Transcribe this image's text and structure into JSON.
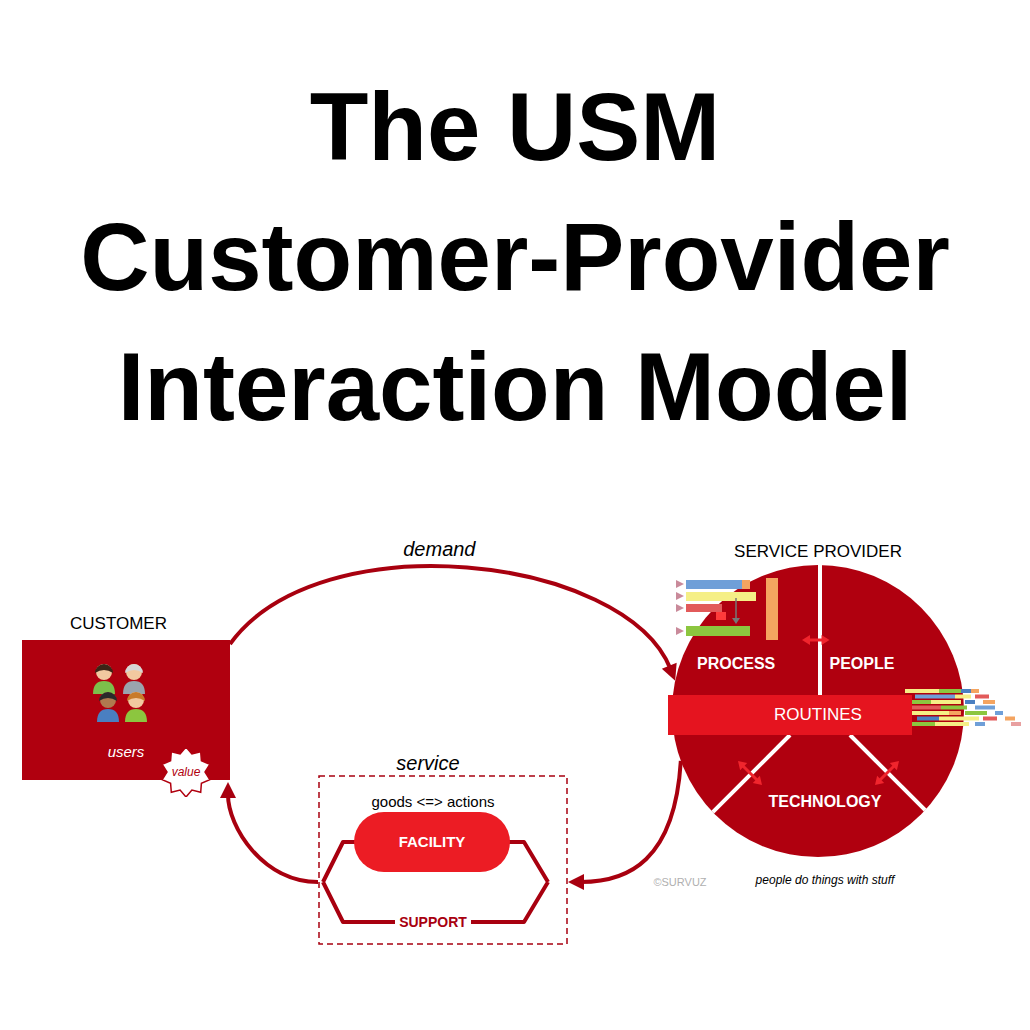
{
  "diagram": {
    "title": "The USM Customer-Provider Interaction Model",
    "nodes": [
      {
        "text": [
          "CUSTOMER",
          "users"
        ]
      },
      {
        "text": [
          "value"
        ],
        "in": 0
      },
      {
        "text": [
          "SERVICE PROVIDER"
        ]
      },
      {
        "text": [
          "PROCESS"
        ],
        "in": 2
      },
      {
        "text": [
          "PEOPLE"
        ],
        "in": 2
      },
      {
        "text": [
          "ROUTINES"
        ],
        "in": 2
      },
      {
        "text": [
          "TECHNOLOGY"
        ],
        "in": 2
      },
      {
        "text": [
          "service",
          "goods <=> actions"
        ]
      },
      {
        "text": [
          "FACILITY"
        ],
        "in": 7
      }
    ],
    "edges": [
      {
        "from": 0,
        "to": 2,
        "label": "demand",
        "arrow": "to"
      },
      {
        "from": 2,
        "to": 7,
        "arrow": "to"
      },
      {
        "from": 7,
        "to": 0,
        "arrow": "to"
      },
      {
        "from": 3,
        "to": 4,
        "arrow": "both"
      }
    ],
    "labels": [
      "SUPPORT",
      "©SURVUZ",
      "people do things with stuff"
    ]
  }
}
